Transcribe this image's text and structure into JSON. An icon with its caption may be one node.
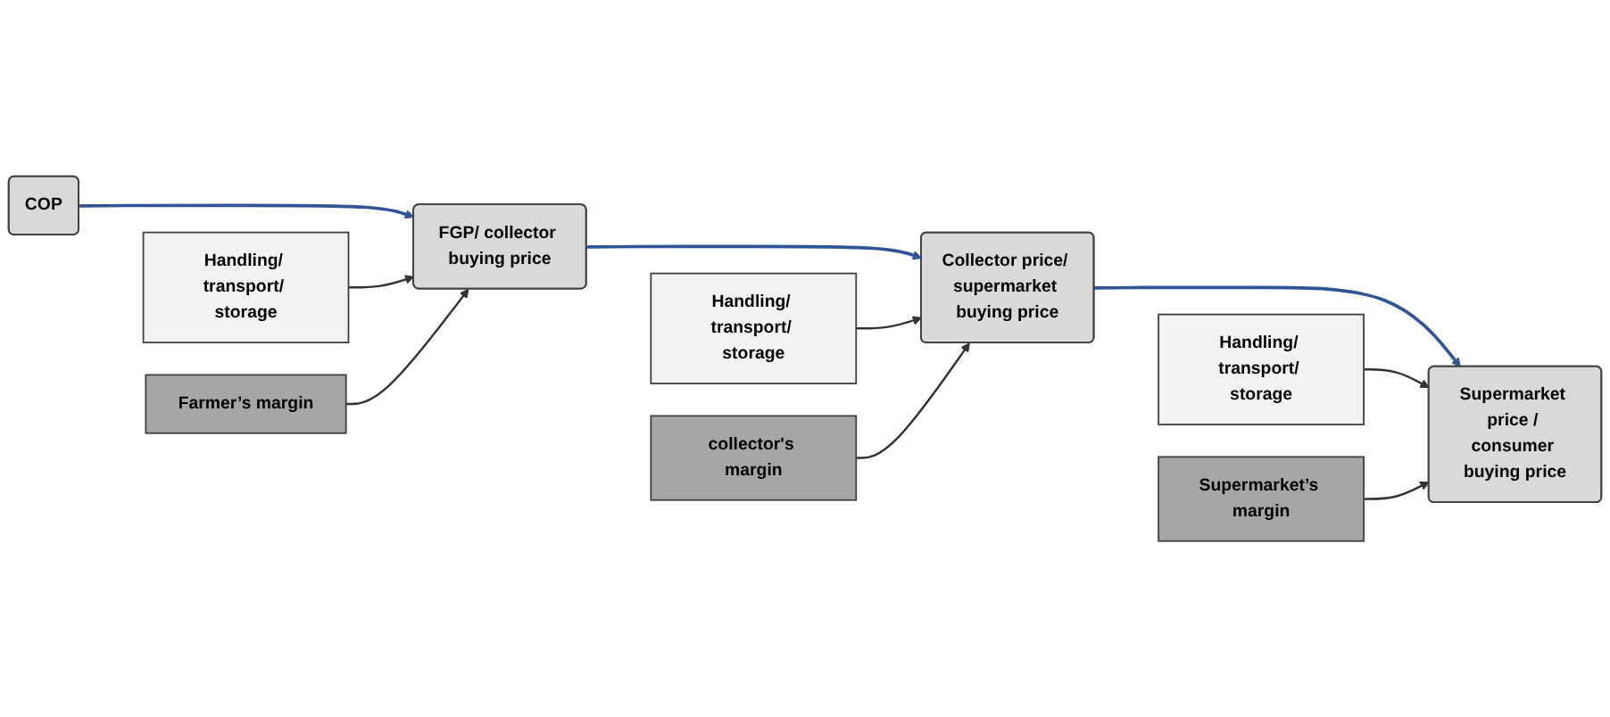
{
  "diagram": {
    "nodes": [
      {
        "text": [
          "Handling/ transport/ storage"
        ]
      },
      {
        "text": [
          "Handling/ transport/ storage"
        ]
      },
      {
        "text": [
          "Handling/ transport/ storage"
        ]
      },
      {
        "text": [
          "COP"
        ]
      },
      {
        "text": [
          "FGP/ collector buying price"
        ]
      },
      {
        "text": [
          "Collector price/ supermarket buying price"
        ]
      },
      {
        "text": [
          "Supermarket price / consumer buying price"
        ]
      },
      {
        "text": [
          "Farmer’s margin"
        ]
      },
      {
        "text": [
          "collector's margin"
        ]
      },
      {
        "text": [
          "Supermarket’s margin"
        ]
      }
    ],
    "edges": [
      {
        "from": 3,
        "to": 4,
        "arrow": "to",
        "color": "#2f5597"
      },
      {
        "from": 4,
        "to": 5,
        "arrow": "to",
        "color": "#2f5597"
      },
      {
        "from": 5,
        "to": 6,
        "arrow": "to",
        "color": "#2f5597"
      },
      {
        "from": 0,
        "to": 4,
        "arrow": "to"
      },
      {
        "from": 7,
        "to": 4,
        "arrow": "to"
      },
      {
        "from": 1,
        "to": 5,
        "arrow": "to"
      },
      {
        "from": 8,
        "to": 5,
        "arrow": "to"
      },
      {
        "from": 2,
        "to": 6,
        "arrow": "to"
      },
      {
        "from": 9,
        "to": 6,
        "arrow": "to"
      }
    ]
  }
}
